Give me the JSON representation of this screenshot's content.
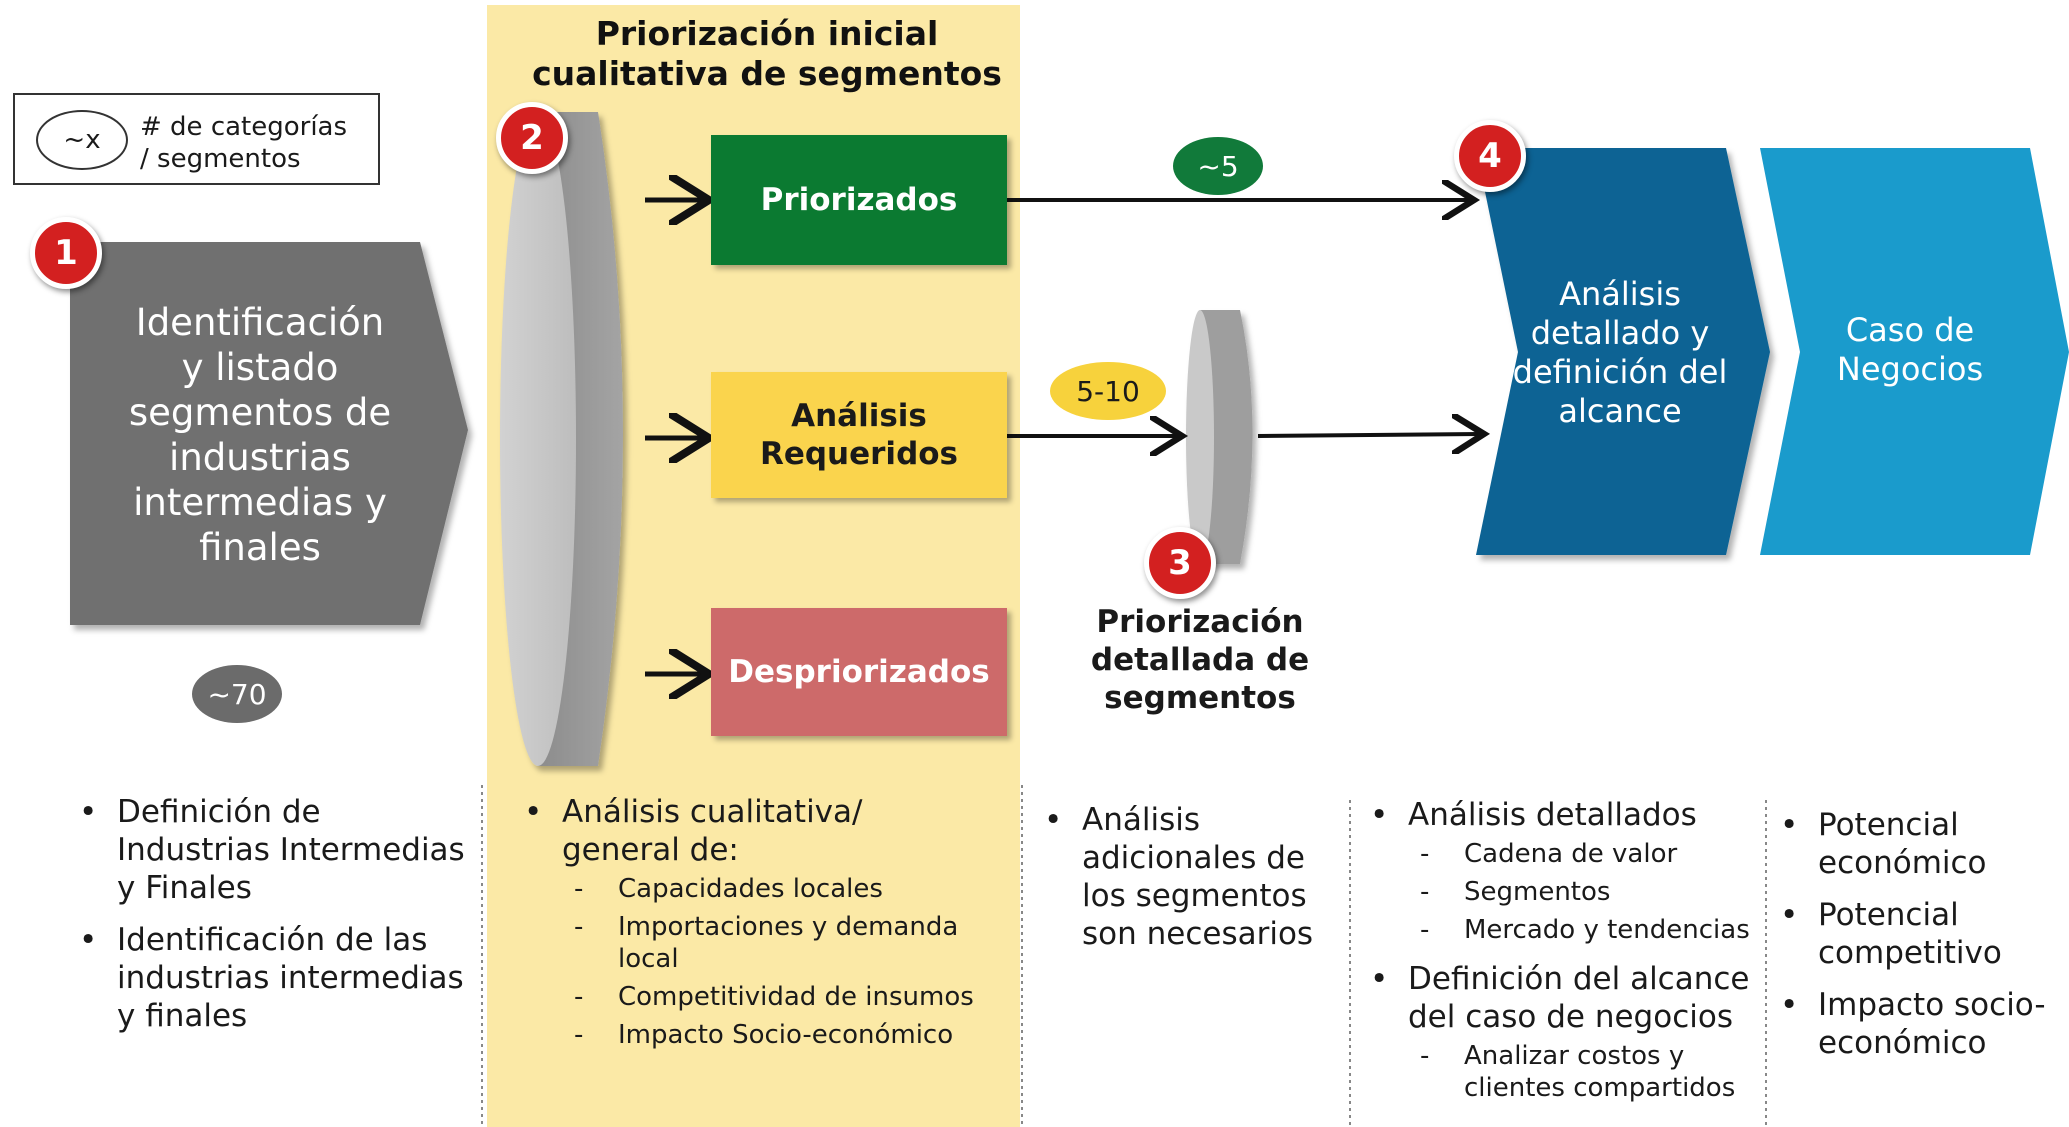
{
  "legend": {
    "oval_label": "~x",
    "text_line1": "# de categorías",
    "text_line2": "/ segmentos"
  },
  "step1": {
    "badge": "1",
    "lines": [
      "Identificación",
      "y listado",
      "segmentos de",
      "industrias",
      "intermedias y",
      "finales"
    ],
    "count": "~70"
  },
  "step2": {
    "badge": "2",
    "title_line1": "Priorización inicial",
    "title_line2": "cualitativa de segmentos",
    "outputs": {
      "priorizados": "Priorizados",
      "analisis_line1": "Análisis",
      "analisis_line2": "Requeridos",
      "despriorizados": "Despriorizados"
    }
  },
  "step3": {
    "badge": "3",
    "title_lines": [
      "Priorización",
      "detallada de",
      "segmentos"
    ],
    "count": "5-10"
  },
  "step4": {
    "badge": "4",
    "count": "~5",
    "analisis_lines": [
      "Análisis",
      "detallado y",
      "definición del",
      "alcance"
    ],
    "caso_lines": [
      "Caso de",
      "Negocios"
    ]
  },
  "details": {
    "col1": [
      "Definición de Industrias Intermedias y Finales",
      "Identificación de las industrias intermedias y finales"
    ],
    "col2": {
      "bullet_line1": "Análisis cualitativa/",
      "bullet_line2": "general de:",
      "sub": [
        "Capacidades locales",
        "Importaciones y demanda local",
        "Competitividad de insumos",
        "Impacto Socio-económico"
      ]
    },
    "col3": [
      "Análisis adicionales de los segmentos son necesarios"
    ],
    "col4": {
      "bullet1": "Análisis detallados",
      "sub1": [
        "Cadena de valor",
        "Segmentos",
        "Mercado y tendencias"
      ],
      "bullet2": "Definición del alcance del caso de negocios",
      "sub2": [
        "Analizar costos y clientes compartidos"
      ]
    },
    "col5": [
      "Potencial económico",
      "Potencial competitivo",
      "Impacto socio-económico"
    ]
  },
  "colors": {
    "gray_chevron": "#707070",
    "panel_yellow": "#fbe9a6",
    "green": "#0b7a31",
    "yellow": "#fad44d",
    "red": "#cd6a6a",
    "dark_blue": "#0b6394",
    "light_blue": "#1a9bcc",
    "badge_red": "#d32020"
  }
}
